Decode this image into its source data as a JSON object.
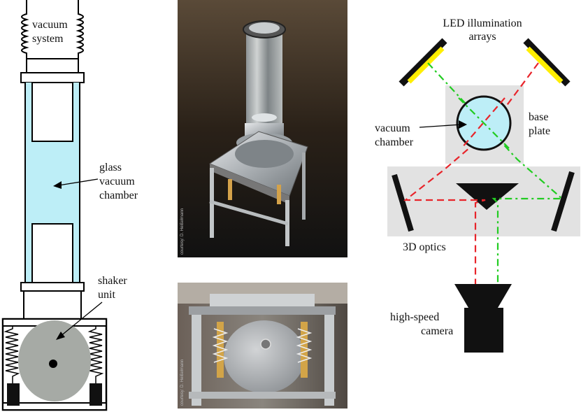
{
  "left_diagram": {
    "vacuum_system": [
      "vacuum",
      "system"
    ],
    "glass_chamber": [
      "glass",
      "vacuum",
      "chamber"
    ],
    "shaker": [
      "shaker",
      "unit"
    ]
  },
  "photos": {
    "top_credit": "courtesy: D. Heißelmann",
    "bottom_credit": "courtesy: D. Heißelmann"
  },
  "right_diagram": {
    "led": [
      "LED illumination",
      "arrays"
    ],
    "base_plate": [
      "base",
      "plate"
    ],
    "vacuum_chamber": [
      "vacuum",
      "chamber"
    ],
    "optics": "3D optics",
    "camera": [
      "high-speed",
      "camera"
    ]
  },
  "colors": {
    "chamber_fill": "#bdeef7",
    "shaker_fill": "#a6aaa5",
    "led_yellow": "#ffee00",
    "red_ray": "#e8242a",
    "green_ray": "#22cc22",
    "plate_gray": "#e2e2e2"
  }
}
